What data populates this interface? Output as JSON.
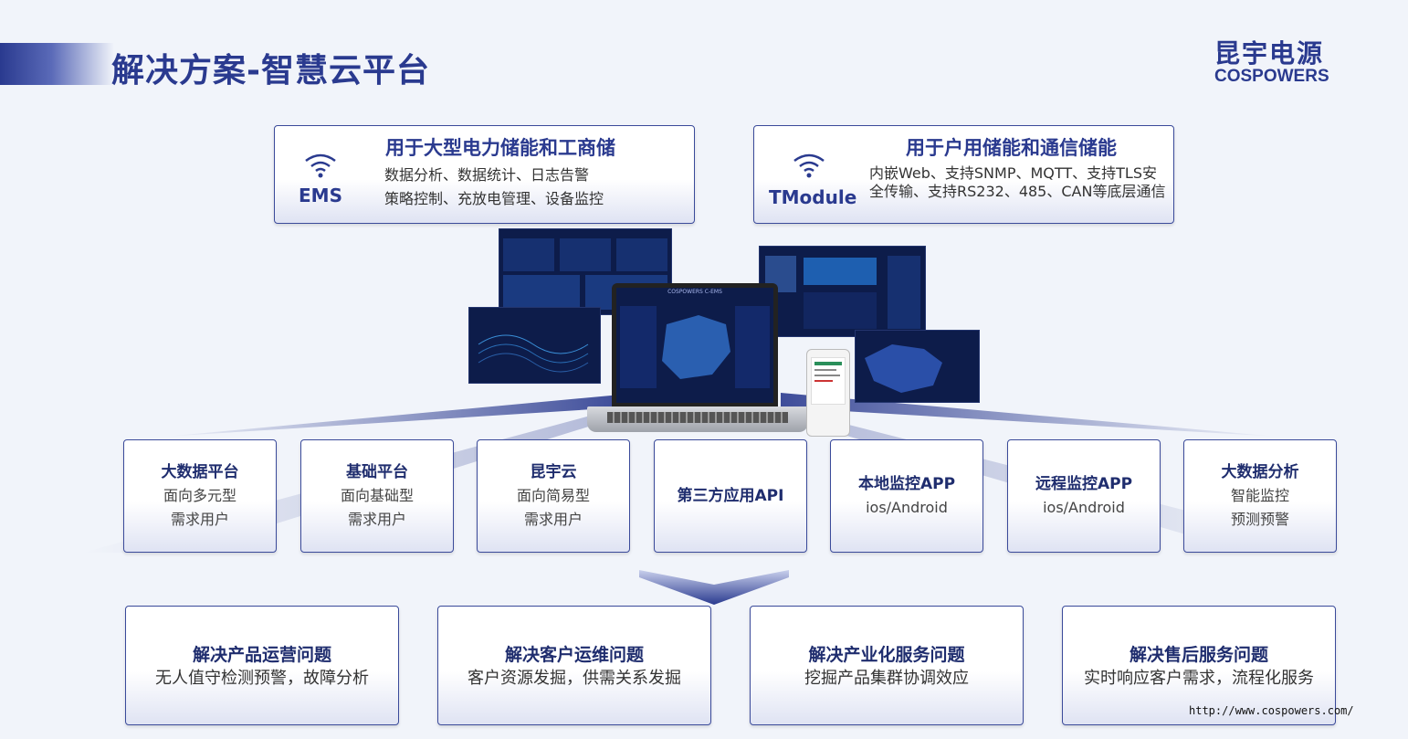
{
  "header": {
    "title": "解决方案-智慧云平台",
    "logo_cn": "昆宇电源",
    "logo_en": "COSPOWERS"
  },
  "top_cards": [
    {
      "label": "EMS",
      "icon": "wifi-icon",
      "title": "用于大型电力储能和工商储",
      "lines": [
        "数据分析、数据统计、日志告警",
        "策略控制、充放电管理、设备监控"
      ]
    },
    {
      "label": "TModule",
      "icon": "wifi-icon",
      "title": "用于户用储能和通信储能",
      "lines": [
        "内嵌Web、支持SNMP、MQTT、支持TLS安",
        "全传输、支持RS232、485、CAN等底层通信"
      ]
    }
  ],
  "laptop_screen_title": "COSPOWERS C-EMS",
  "mid_cards": [
    {
      "title": "大数据平台",
      "lines": [
        "面向多元型",
        "需求用户"
      ]
    },
    {
      "title": "基础平台",
      "lines": [
        "面向基础型",
        "需求用户"
      ]
    },
    {
      "title": "昆宇云",
      "lines": [
        "面向简易型",
        "需求用户"
      ]
    },
    {
      "title": "第三方应用API",
      "lines": []
    },
    {
      "title": "本地监控APP",
      "lines": [
        "ios/Android"
      ]
    },
    {
      "title": "远程监控APP",
      "lines": [
        "ios/Android"
      ]
    },
    {
      "title": "大数据分析",
      "lines": [
        "智能监控",
        "预测预警"
      ]
    }
  ],
  "bottom_cards": [
    {
      "title": "解决产品运营问题",
      "line": "无人值守检测预警，故障分析"
    },
    {
      "title": "解决客户运维问题",
      "line": "客户资源发掘，供需关系发掘"
    },
    {
      "title": "解决产业化服务问题",
      "line": "挖掘产品集群协调效应"
    },
    {
      "title": "解决售后服务问题",
      "line": "实时响应客户需求，流程化服务"
    }
  ],
  "footer_url": "http://www.cospowers.com/",
  "colors": {
    "accent": "#2a3a8f",
    "background": "#f1f4fa",
    "screen": "#0d1c4a"
  }
}
